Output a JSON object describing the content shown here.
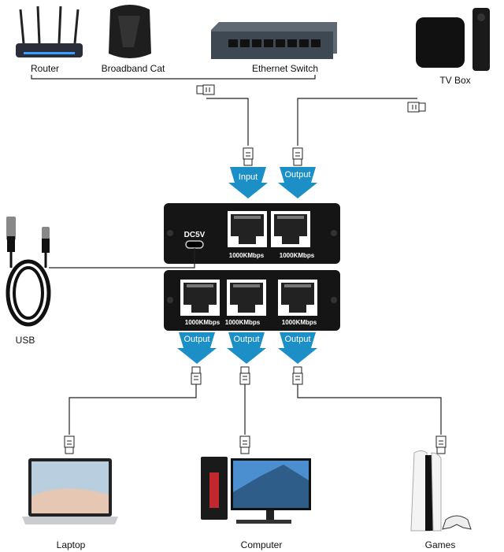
{
  "devices_top": {
    "router": "Router",
    "broadband": "Broadband Cat",
    "switch": "Ethernet Switch",
    "tv_box": "TV Box"
  },
  "devices_bottom": {
    "laptop": "Laptop",
    "computer": "Computer",
    "games": "Games"
  },
  "usb_label": "USB",
  "arrows": {
    "input": "Input",
    "output": "Output"
  },
  "splitter": {
    "power_label": "DC5V",
    "top_ports": [
      "1000KMbps",
      "1000KMbps"
    ],
    "bottom_ports": [
      "1000KMbps",
      "1000KMbps",
      "1000KMbps"
    ]
  },
  "colors": {
    "arrow": "#1b8fc6",
    "device": "#151515"
  }
}
